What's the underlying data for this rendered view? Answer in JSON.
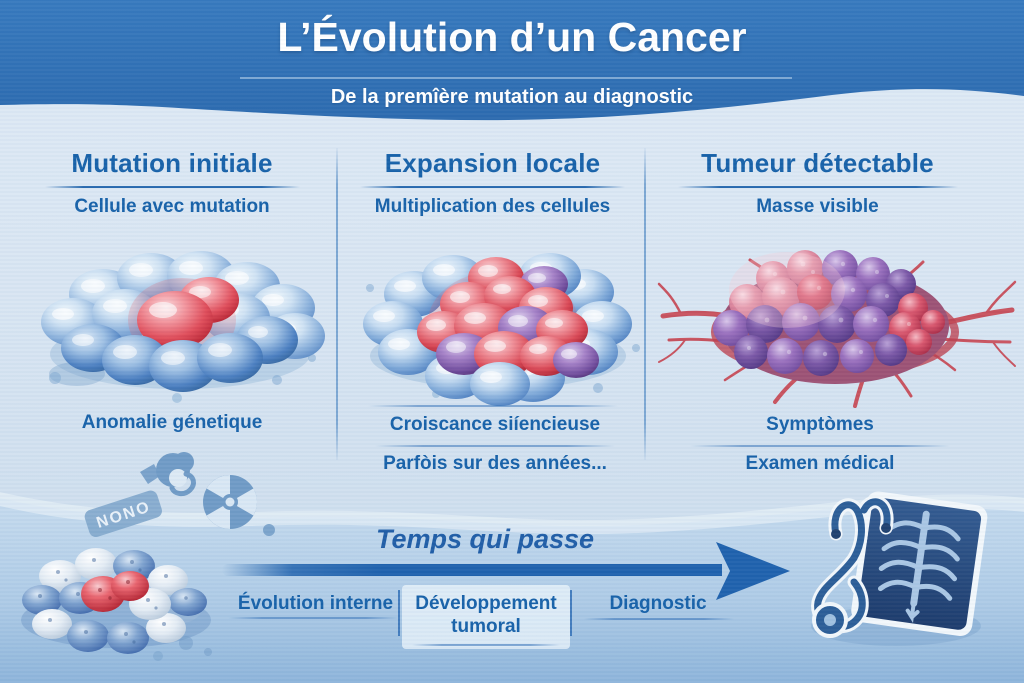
{
  "header": {
    "title": "L’Évolution d’un Cancer",
    "subtitle": "De la premîère mutation au diagnostic"
  },
  "columns": [
    {
      "title": "Mutation initiale",
      "subtitle": "Cellule avec mutation",
      "caption": "Anomalie génetique",
      "illustration": "cell-cluster-single-mutation"
    },
    {
      "title": "Expansion locale",
      "subtitle": "Multiplication des cellules",
      "caption": "Croiscance siíencieuse",
      "caption2": "Parfòis sur des années...",
      "illustration": "cell-cluster-multiplying"
    },
    {
      "title": "Tumeur détectable",
      "subtitle": "Masse visible",
      "caption": "Symptòmes",
      "caption2": "Examen médical",
      "illustration": "vascularized-tumor"
    }
  ],
  "risk": {
    "tag_label": "NONO",
    "icons": [
      "no-tag-icon",
      "mutagen-icon",
      "radiation-icon"
    ]
  },
  "timeline": {
    "title": "Temps qui passe",
    "stages": [
      {
        "label": "Évolution interne"
      },
      {
        "label": "Développement",
        "label2": "tumoral"
      },
      {
        "label": "Diagnostic"
      }
    ]
  },
  "footer_icons": [
    "stethoscope-icon",
    "xray-film-icon"
  ],
  "colors": {
    "header_blue": "#2e6fb5",
    "text_blue": "#1560a8",
    "arrow_blue": "#1d60ac",
    "cell_blue": "#7aa8d6",
    "cell_red": "#d8333f",
    "tumor_purple": "#7b4fa0",
    "band_blue": "#a6c6e3",
    "content_bg": "#d8e5f2"
  }
}
